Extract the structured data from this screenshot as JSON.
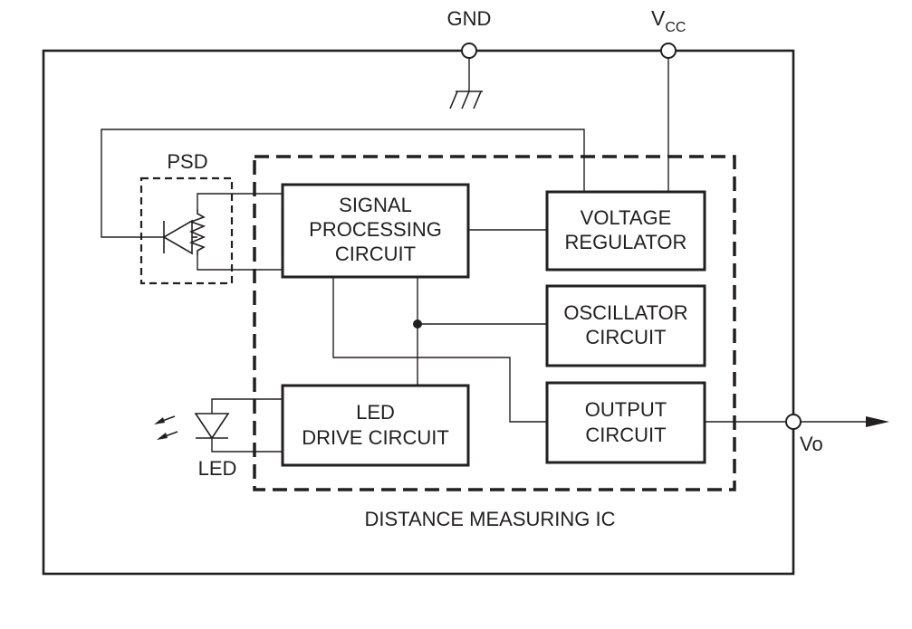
{
  "pins": {
    "gnd": "GND",
    "vcc_main": "V",
    "vcc_sub": "CC",
    "vo": "Vo"
  },
  "components": {
    "psd": "PSD",
    "led": "LED"
  },
  "blocks": {
    "signal_processing": [
      "SIGNAL",
      "PROCESSING",
      "CIRCUIT"
    ],
    "voltage_regulator": [
      "VOLTAGE",
      "REGULATOR"
    ],
    "oscillator": [
      "OSCILLATOR",
      "CIRCUIT"
    ],
    "output": [
      "OUTPUT",
      "CIRCUIT"
    ],
    "led_drive": [
      "LED",
      "DRIVE CIRCUIT"
    ]
  },
  "ic_label": "DISTANCE MEASURING IC"
}
